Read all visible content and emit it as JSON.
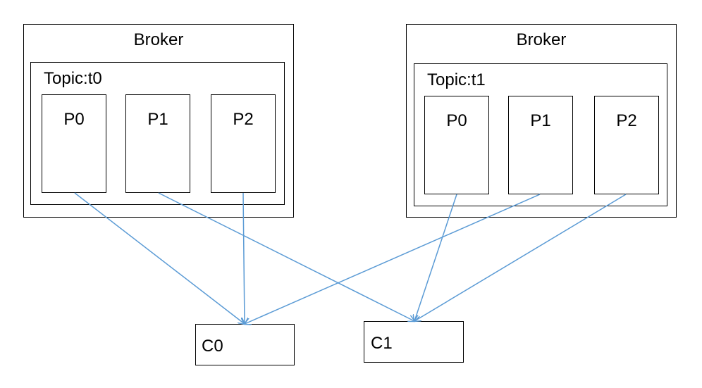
{
  "brokers": [
    {
      "label": "Broker",
      "topic": "Topic:t0",
      "partitions": [
        "P0",
        "P1",
        "P2"
      ]
    },
    {
      "label": "Broker",
      "topic": "Topic:t1",
      "partitions": [
        "P0",
        "P1",
        "P2"
      ]
    }
  ],
  "consumers": [
    "C0",
    "C1"
  ],
  "arrow_color": "#5b9bd5",
  "assignments": [
    {
      "broker": 0,
      "partition": 0,
      "consumer": 0
    },
    {
      "broker": 0,
      "partition": 1,
      "consumer": 1
    },
    {
      "broker": 0,
      "partition": 2,
      "consumer": 0
    },
    {
      "broker": 1,
      "partition": 0,
      "consumer": 1
    },
    {
      "broker": 1,
      "partition": 1,
      "consumer": 0
    },
    {
      "broker": 1,
      "partition": 2,
      "consumer": 1
    }
  ]
}
